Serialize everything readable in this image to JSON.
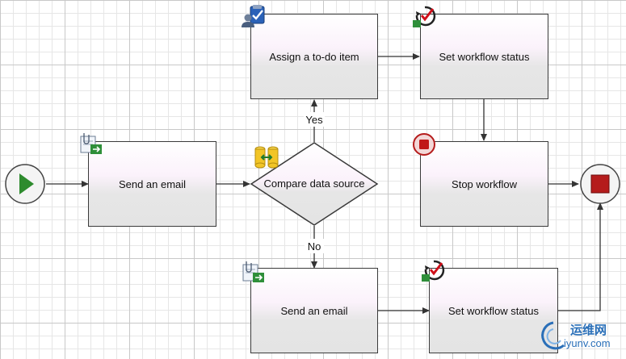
{
  "diagram": {
    "nodes": {
      "send_email_1": "Send an email",
      "decision": "Compare data source",
      "assign_todo": "Assign a to-do item",
      "set_status_1": "Set workflow status",
      "stop": "Stop workflow",
      "send_email_2": "Send an email",
      "set_status_2": "Set workflow status"
    },
    "edges": {
      "yes": "Yes",
      "no": "No"
    }
  },
  "watermark": {
    "cn": "运维网",
    "en": "iyunv.com"
  },
  "colors": {
    "start": "#2e8b2e",
    "end": "#b51c1c",
    "edge": "#333333"
  }
}
